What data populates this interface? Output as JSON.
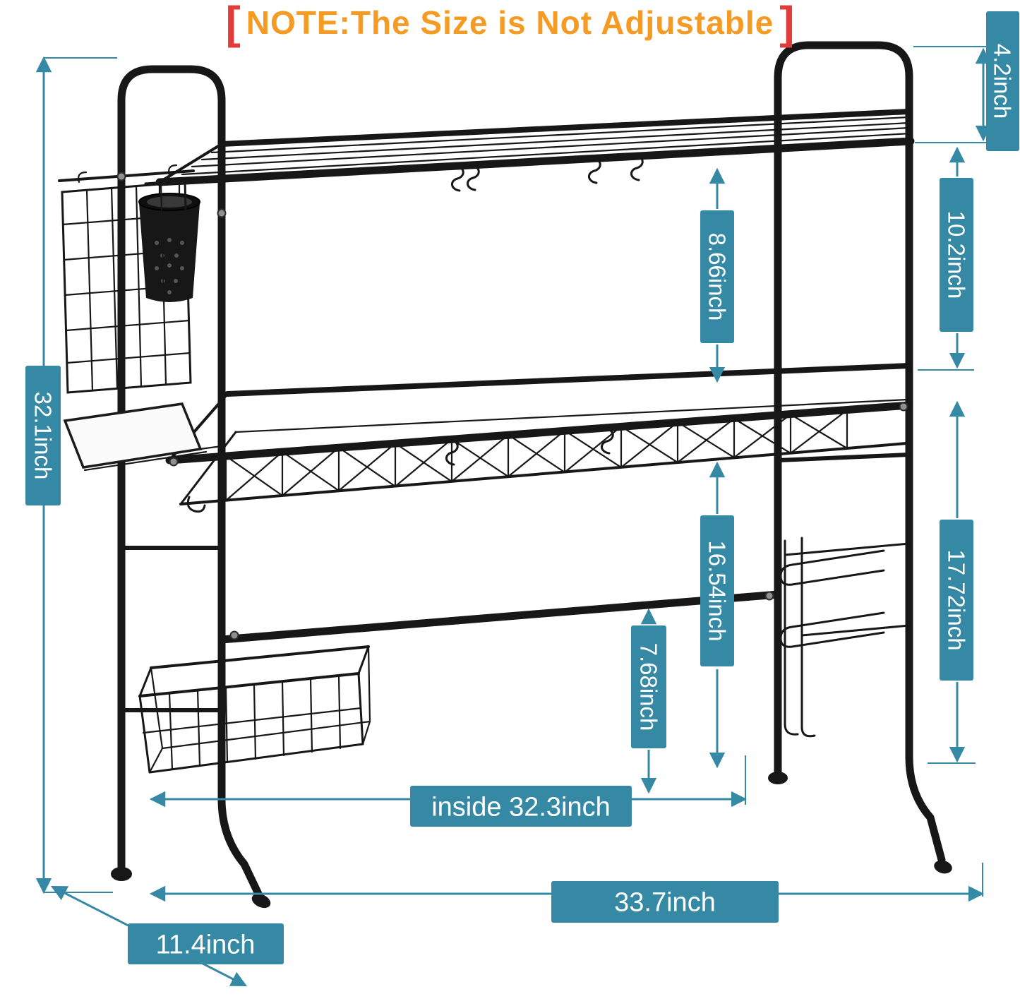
{
  "note": {
    "left_bracket": "[",
    "text": "NOTE:The Size is Not Adjustable",
    "right_bracket": "]"
  },
  "colors": {
    "note_text": "#f59a23",
    "bracket": "#e03c3c",
    "label_bg": "#3589a4",
    "label_text": "#ffffff",
    "dimension_line": "#3589a4",
    "rack": "#171717"
  },
  "dimensions": {
    "handle_above_shelf": {
      "label": "4.2inch"
    },
    "shelf_to_basket_right": {
      "label": "10.2inch"
    },
    "shelf_to_basket": {
      "label": "8.66inch"
    },
    "basket_to_counter": {
      "label": "16.54inch"
    },
    "bar_to_counter": {
      "label": "7.68inch"
    },
    "basket_to_counter_right": {
      "label": "17.72inch"
    },
    "total_height": {
      "label": "32.1inch"
    },
    "inside_width": {
      "label": "inside 32.3inch"
    },
    "total_width": {
      "label": "33.7inch"
    },
    "depth": {
      "label": "11.4inch"
    }
  }
}
